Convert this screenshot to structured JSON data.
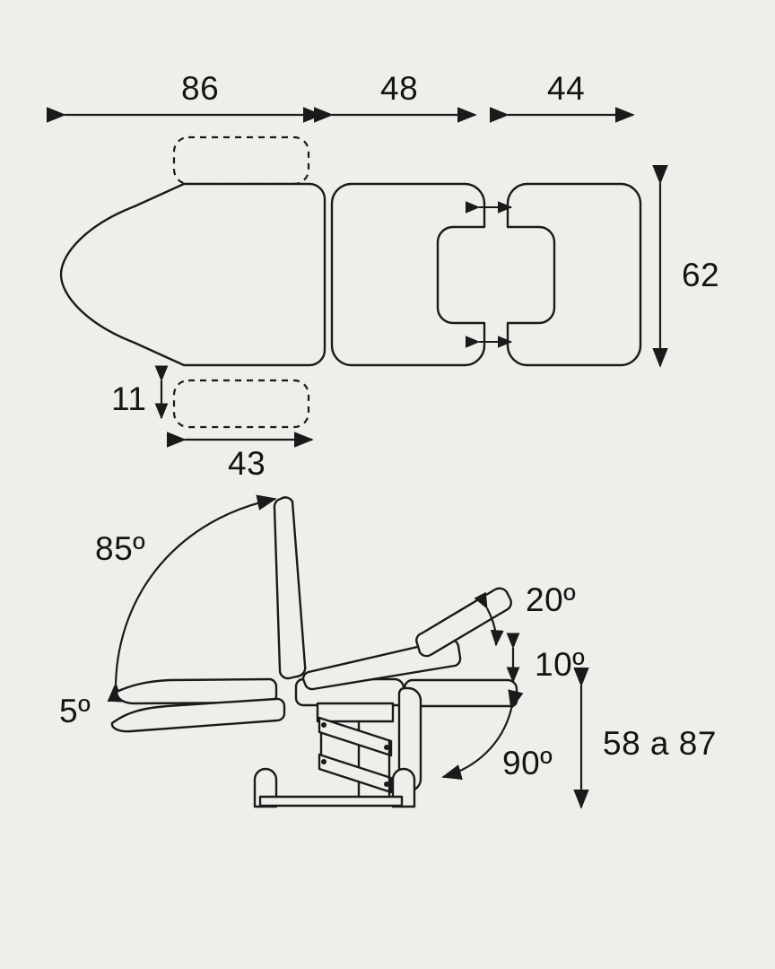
{
  "diagram": {
    "title": "Treatment table dimension drawing",
    "units_note": "",
    "stroke_color": "#1a1a1a",
    "background_color": "#efeeea",
    "views": {
      "top": "plan view of table sections",
      "side": "side elevation with articulation angles"
    }
  },
  "dimensions": {
    "top_view": [
      {
        "id": "len-86",
        "value": "86",
        "orientation": "horizontal"
      },
      {
        "id": "len-48",
        "value": "48",
        "orientation": "horizontal"
      },
      {
        "id": "len-44",
        "value": "44",
        "orientation": "horizontal"
      },
      {
        "id": "width-62",
        "value": "62",
        "orientation": "vertical"
      },
      {
        "id": "armrest-11",
        "value": "11",
        "orientation": "vertical"
      },
      {
        "id": "armrest-43",
        "value": "43",
        "orientation": "horizontal"
      }
    ],
    "side_view": [
      {
        "id": "angle-85",
        "value": "85º",
        "kind": "angle"
      },
      {
        "id": "angle-5",
        "value": "5º",
        "kind": "angle"
      },
      {
        "id": "angle-20",
        "value": "20º",
        "kind": "angle"
      },
      {
        "id": "angle-10",
        "value": "10º",
        "kind": "angle"
      },
      {
        "id": "angle-90",
        "value": "90º",
        "kind": "angle"
      },
      {
        "id": "height-range",
        "value": "58 a 87",
        "kind": "height-range"
      }
    ]
  },
  "labels": {
    "d86": "86",
    "d48": "48",
    "d44": "44",
    "d62": "62",
    "d11": "11",
    "d43": "43",
    "a85": "85º",
    "a5": "5º",
    "a20": "20º",
    "a10": "10º",
    "a90": "90º",
    "hrange": "58 a 87"
  }
}
